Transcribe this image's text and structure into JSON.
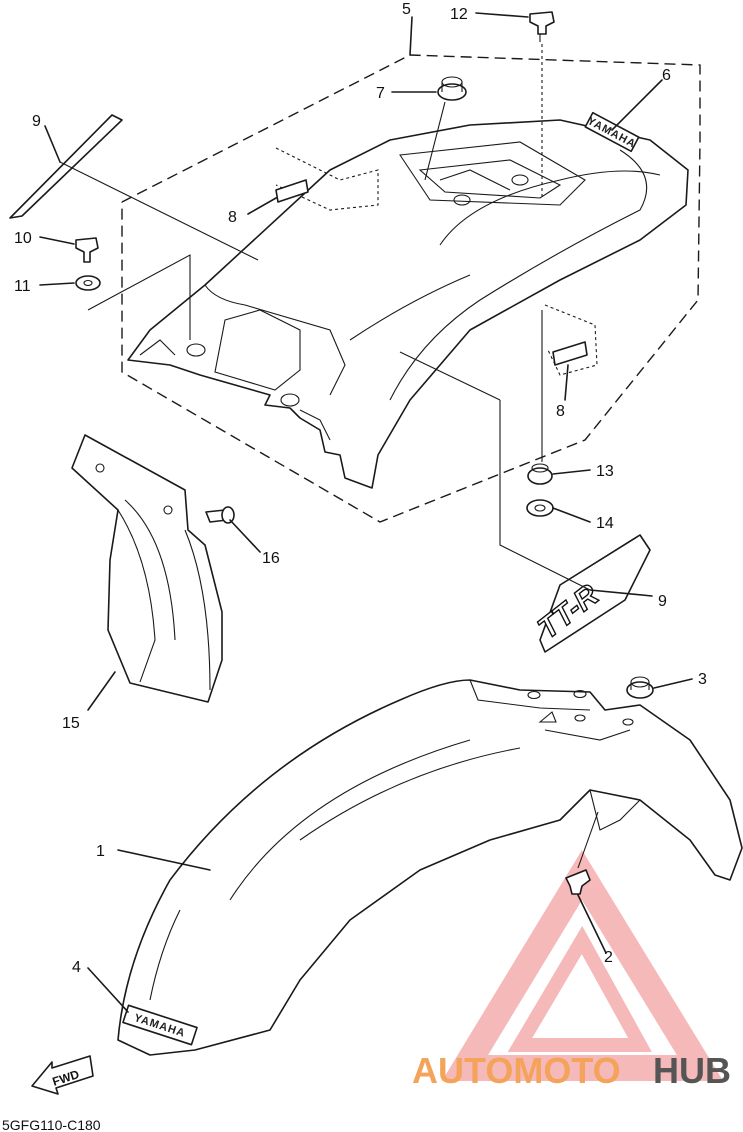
{
  "diagram_code": "5GFG110-C180",
  "direction_label": "FWD",
  "emblem_text": "YAMAHA",
  "decal_text": "TT-R",
  "callouts": {
    "c1": "1",
    "c2": "2",
    "c3": "3",
    "c4": "4",
    "c5": "5",
    "c6": "6",
    "c7": "7",
    "c8a": "8",
    "c8b": "8",
    "c9a": "9",
    "c9b": "9",
    "c10": "10",
    "c11": "11",
    "c12": "12",
    "c13": "13",
    "c14": "14",
    "c15": "15",
    "c16": "16"
  },
  "watermark": {
    "part1": "AUTOMOTO",
    "part2": "HUB",
    "color1": "#f4a35a",
    "color2": "#555555",
    "logo_color": "#f08080"
  }
}
